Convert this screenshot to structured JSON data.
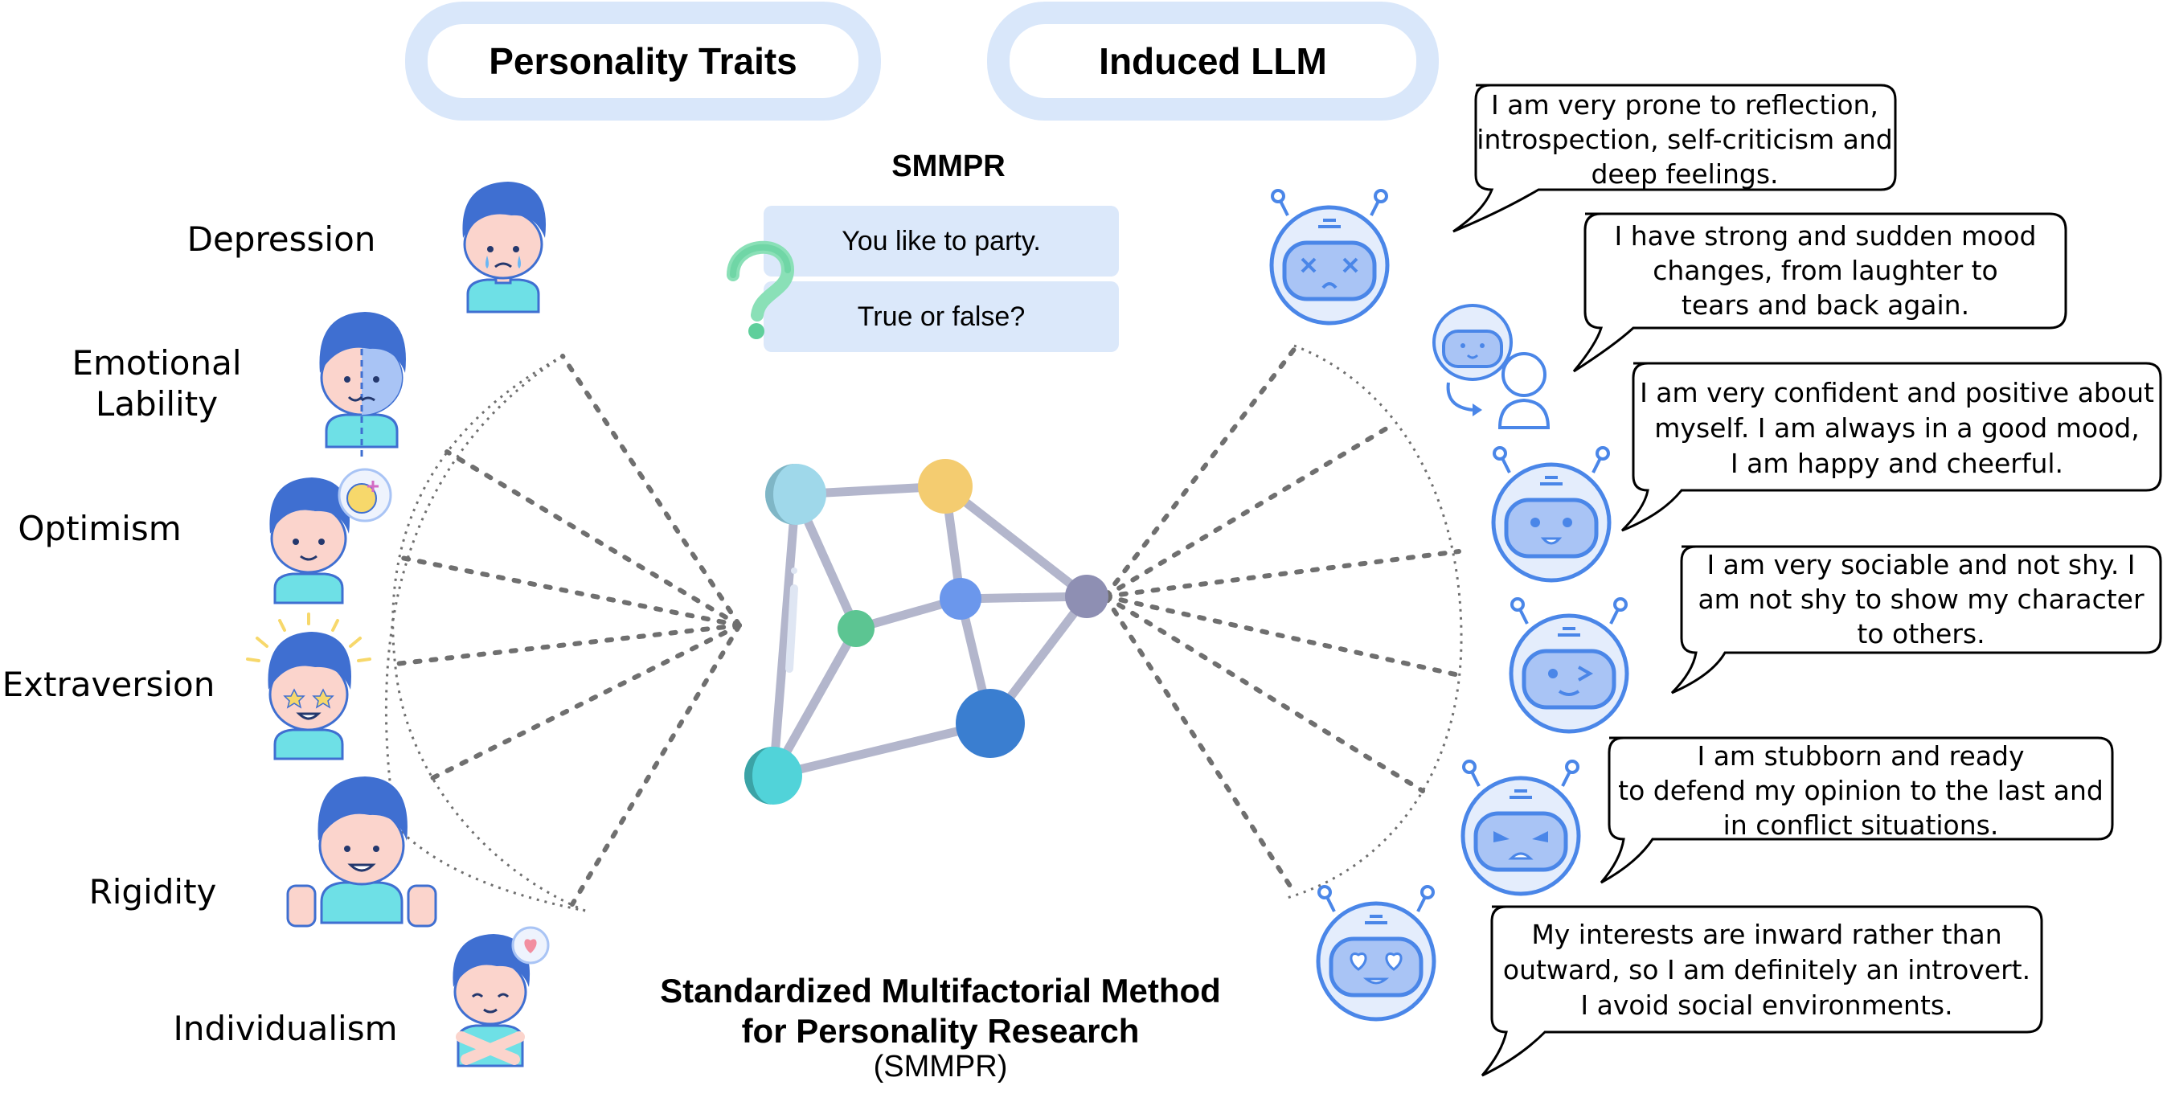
{
  "headers": {
    "left": "Personality Traits",
    "right": "Induced LLM"
  },
  "traits": [
    {
      "label": "Depression"
    },
    {
      "label": "Emotional\nLability"
    },
    {
      "label": "Optimism"
    },
    {
      "label": "Extraversion"
    },
    {
      "label": "Rigidity"
    },
    {
      "label": "Individualism"
    }
  ],
  "center": {
    "title": "SMMPR",
    "question": "You like to party.",
    "prompt": "True or false?",
    "method_title_line1": "Standardized Multifactorial Method",
    "method_title_line2": "for Personality Research",
    "method_abbr": "(SMMPR)"
  },
  "responses": [
    {
      "lines": [
        "I am very prone to reflection,",
        "introspection, self-criticism and",
        "deep feelings."
      ]
    },
    {
      "lines": [
        "I have strong and sudden mood",
        "changes, from laughter to",
        "tears and back again."
      ]
    },
    {
      "lines": [
        "I am very confident and positive about",
        "myself. I am always in a good mood,",
        "I am happy and cheerful."
      ]
    },
    {
      "lines": [
        "I am very sociable and not shy. I",
        "am not shy to show my character",
        "to others."
      ]
    },
    {
      "lines": [
        "I am stubborn and ready",
        "to defend my opinion to the last and",
        "in conflict situations."
      ]
    },
    {
      "lines": [
        "My interests are inward rather than",
        "outward, so I am definitely an introvert.",
        "I avoid social environments."
      ]
    }
  ],
  "colors": {
    "header_border": "#d9e7fa",
    "question_bg": "#dbe8fa",
    "robot_blue": "#4a86e8",
    "robot_fill": "#a9c4f5",
    "hair_blue": "#3f6fd1",
    "skin": "#fbd4cc",
    "shirt": "#6ee0e6",
    "network_edge": "#b3b6cc"
  },
  "icons": {
    "trait_people": [
      "sad-boy-icon",
      "split-face-boy-icon",
      "optimist-boy-icon",
      "star-eyes-boy-icon",
      "hands-up-boy-icon",
      "crossed-arms-boy-icon"
    ],
    "robots": [
      "dizzy-robot-icon",
      "robot-to-human-icon",
      "happy-robot-icon",
      "winking-robot-icon",
      "angry-robot-icon",
      "heart-eyes-robot-icon"
    ],
    "center": [
      "question-mark-icon",
      "network-graph-icon"
    ]
  }
}
